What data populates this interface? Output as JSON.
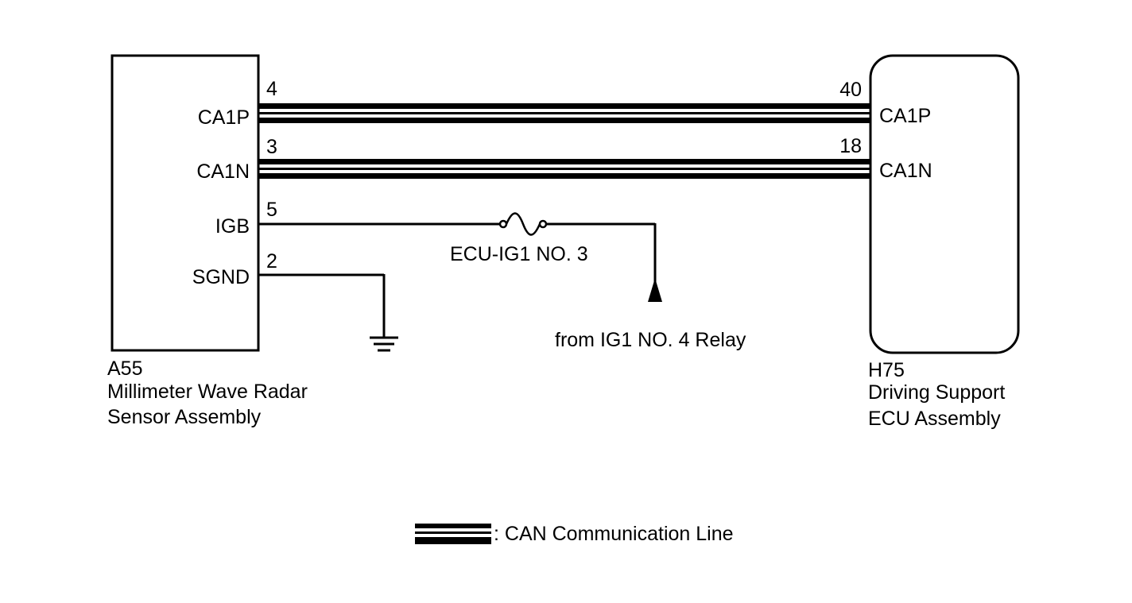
{
  "left_component": {
    "code": "A55",
    "name_line1": "Millimeter Wave Radar",
    "name_line2": "Sensor Assembly",
    "pins": [
      {
        "number": "4",
        "label": "CA1P"
      },
      {
        "number": "3",
        "label": "CA1N"
      },
      {
        "number": "5",
        "label": "IGB"
      },
      {
        "number": "2",
        "label": "SGND"
      }
    ]
  },
  "right_component": {
    "code": "H75",
    "name_line1": "Driving Support",
    "name_line2": "ECU Assembly",
    "pins": [
      {
        "number": "40",
        "label": "CA1P"
      },
      {
        "number": "18",
        "label": "CA1N"
      }
    ]
  },
  "fuse": {
    "label": "ECU-IG1 NO. 3"
  },
  "power_source": {
    "label": "from IG1 NO. 4 Relay"
  },
  "legend": {
    "label": ": CAN Communication Line"
  }
}
